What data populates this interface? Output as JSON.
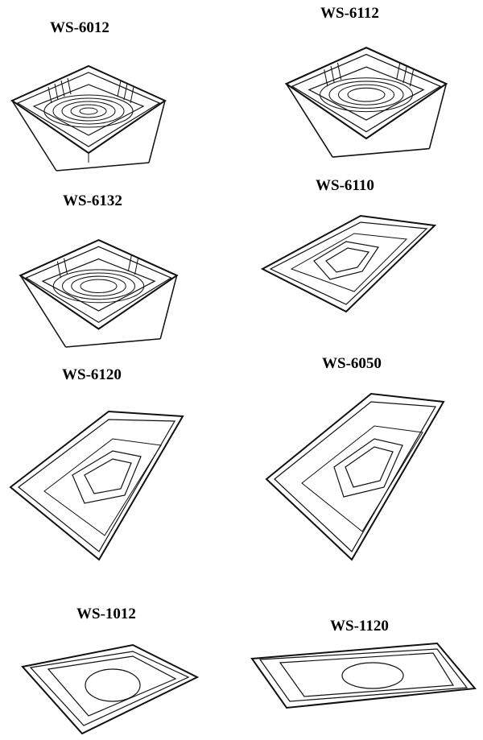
{
  "catalog": {
    "items": [
      {
        "model": "WS-6012"
      },
      {
        "model": "WS-6112"
      },
      {
        "model": "WS-6132"
      },
      {
        "model": "WS-6110"
      },
      {
        "model": "WS-6120"
      },
      {
        "model": "WS-6050"
      },
      {
        "model": "WS-1012"
      },
      {
        "model": "WS-1120"
      }
    ]
  }
}
